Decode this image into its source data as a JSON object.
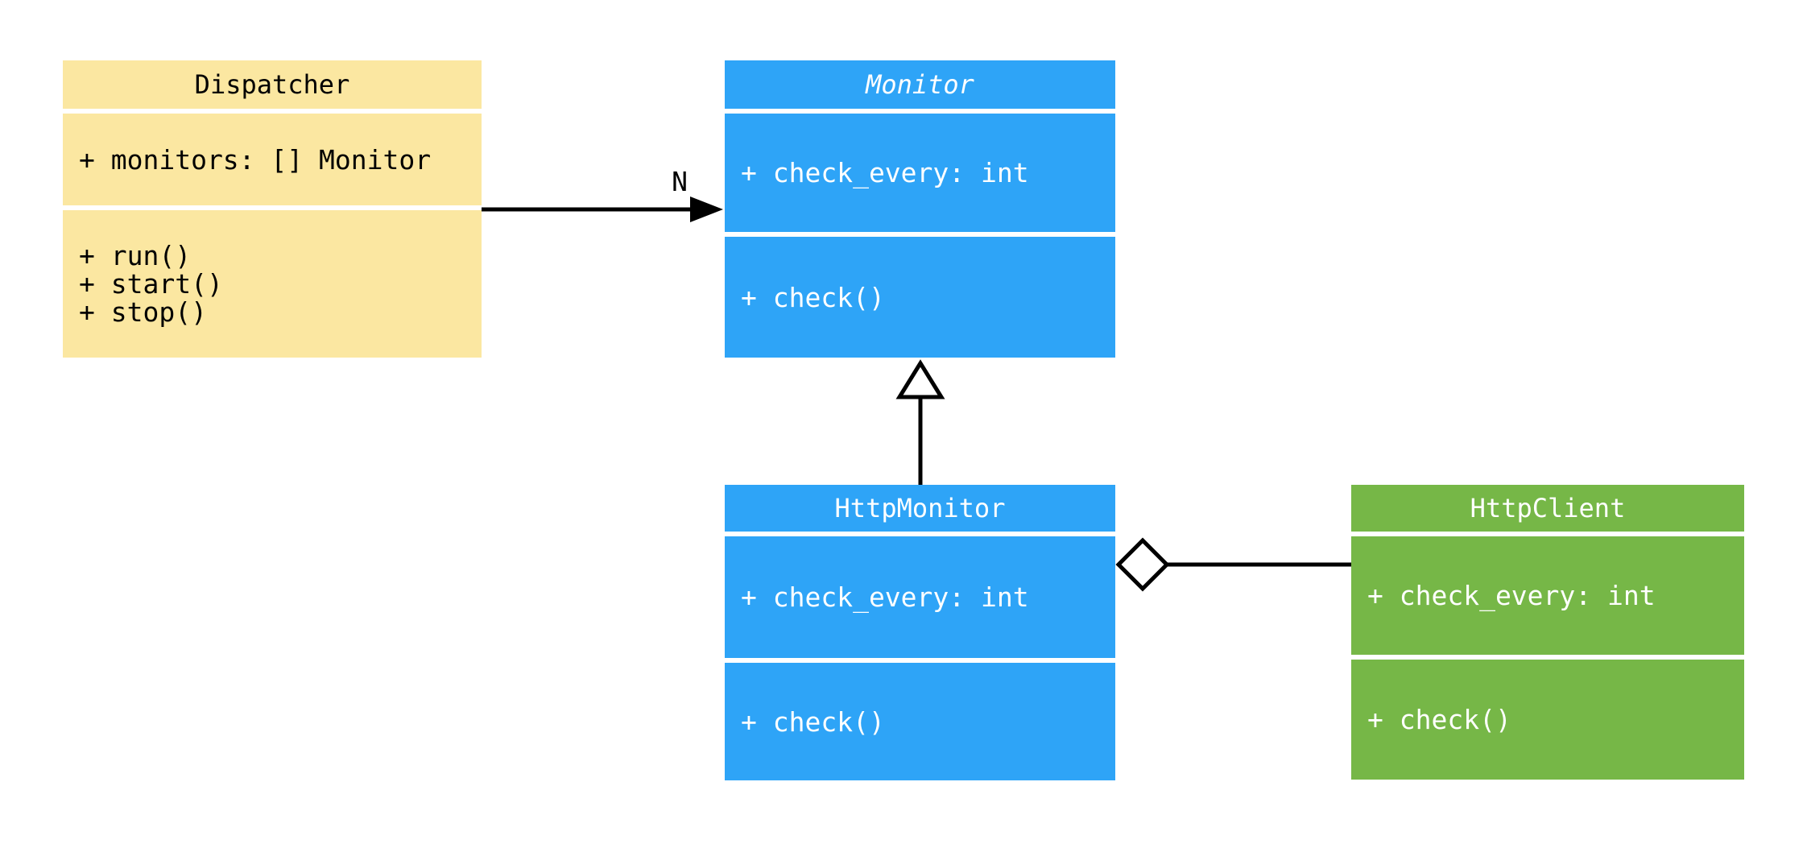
{
  "diagram": {
    "background": "#FFFFFF",
    "line_color": "#000000",
    "classes": [
      {
        "name": "Dispatcher",
        "abstract": false,
        "fill": "#FBE7A1",
        "text_color": "#000000",
        "attributes": [
          "+ monitors: [] Monitor"
        ],
        "methods": [
          "+ run()",
          "+ start()",
          "+ stop()"
        ]
      },
      {
        "name": "Monitor",
        "abstract": true,
        "fill": "#2EA4F7",
        "text_color": "#FFFFFF",
        "attributes": [
          "+ check_every: int"
        ],
        "methods": [
          "+ check()"
        ]
      },
      {
        "name": "HttpMonitor",
        "abstract": false,
        "fill": "#2EA4F7",
        "text_color": "#FFFFFF",
        "attributes": [
          "+ check_every: int"
        ],
        "methods": [
          "+ check()"
        ]
      },
      {
        "name": "HttpClient",
        "abstract": false,
        "fill": "#76B747",
        "text_color": "#FFFFFF",
        "attributes": [
          "+ check_every: int"
        ],
        "methods": [
          "+ check()"
        ]
      }
    ],
    "relationships": [
      {
        "type": "association",
        "from": "Dispatcher",
        "to": "Monitor",
        "label": "N",
        "head": "filled-arrow"
      },
      {
        "type": "inheritance",
        "from": "HttpMonitor",
        "to": "Monitor",
        "label": "",
        "head": "hollow-triangle"
      },
      {
        "type": "aggregation",
        "from": "HttpMonitor",
        "to": "HttpClient",
        "label": "",
        "head": "hollow-diamond"
      }
    ]
  }
}
